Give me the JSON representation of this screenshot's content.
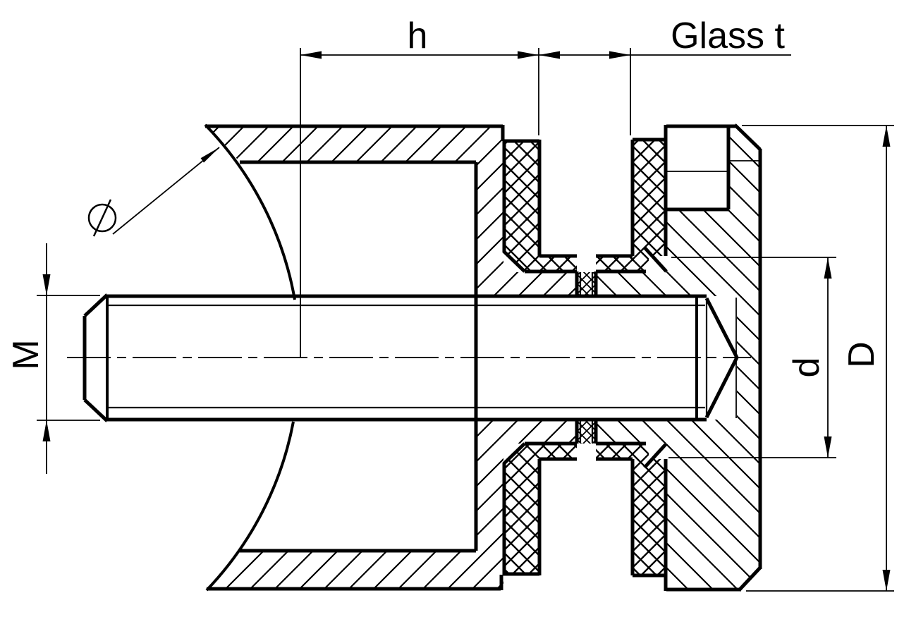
{
  "title": "Glass clamp adapter cross-section technical drawing",
  "colors": {
    "background": "#ffffff",
    "line": "#000000"
  },
  "dimensions": {
    "h": {
      "label": "h",
      "orientation": "horizontal",
      "position": "top"
    },
    "glass_t": {
      "label": "Glass t",
      "orientation": "horizontal",
      "position": "top-right"
    },
    "thread": {
      "label": "M",
      "orientation": "vertical",
      "position": "left"
    },
    "inner_diameter": {
      "label": "d",
      "orientation": "vertical",
      "position": "right"
    },
    "outer_diameter": {
      "label": "D",
      "orientation": "vertical",
      "position": "far-right"
    },
    "post_diameter": {
      "label": "Ø",
      "symbol": "circle-slash-leader",
      "position": "upper-left"
    }
  },
  "components": [
    "round-post-wall-section",
    "clamp-disc",
    "adapter-body",
    "rubber-gasket-top-left",
    "rubber-gasket-top-right",
    "rubber-gasket-bottom-left",
    "rubber-gasket-bottom-right",
    "glass-slot",
    "threaded-stud",
    "centerline"
  ]
}
